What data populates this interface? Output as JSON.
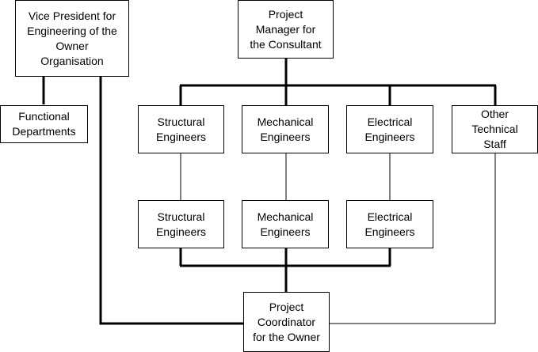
{
  "diagram": {
    "vp": "Vice President for\nEngineering of the\nOwner\nOrganisation",
    "functional": "Functional\nDepartments",
    "pm": "Project\nManager for\nthe Consultant",
    "consultant_row": {
      "structural": "Structural\nEngineers",
      "mechanical": "Mechanical\nEngineers",
      "electrical": "Electrical\nEngineers",
      "other": "Other\nTechnical\nStaff"
    },
    "owner_row": {
      "structural": "Structural\nEngineers",
      "mechanical": "Mechanical\nEngineers",
      "electrical": "Electrical\nEngineers"
    },
    "coordinator": "Project\nCoordinator\nfor the Owner"
  },
  "colors": {
    "line": "#000000",
    "box_border": "#000000",
    "background": "#ffffff"
  }
}
